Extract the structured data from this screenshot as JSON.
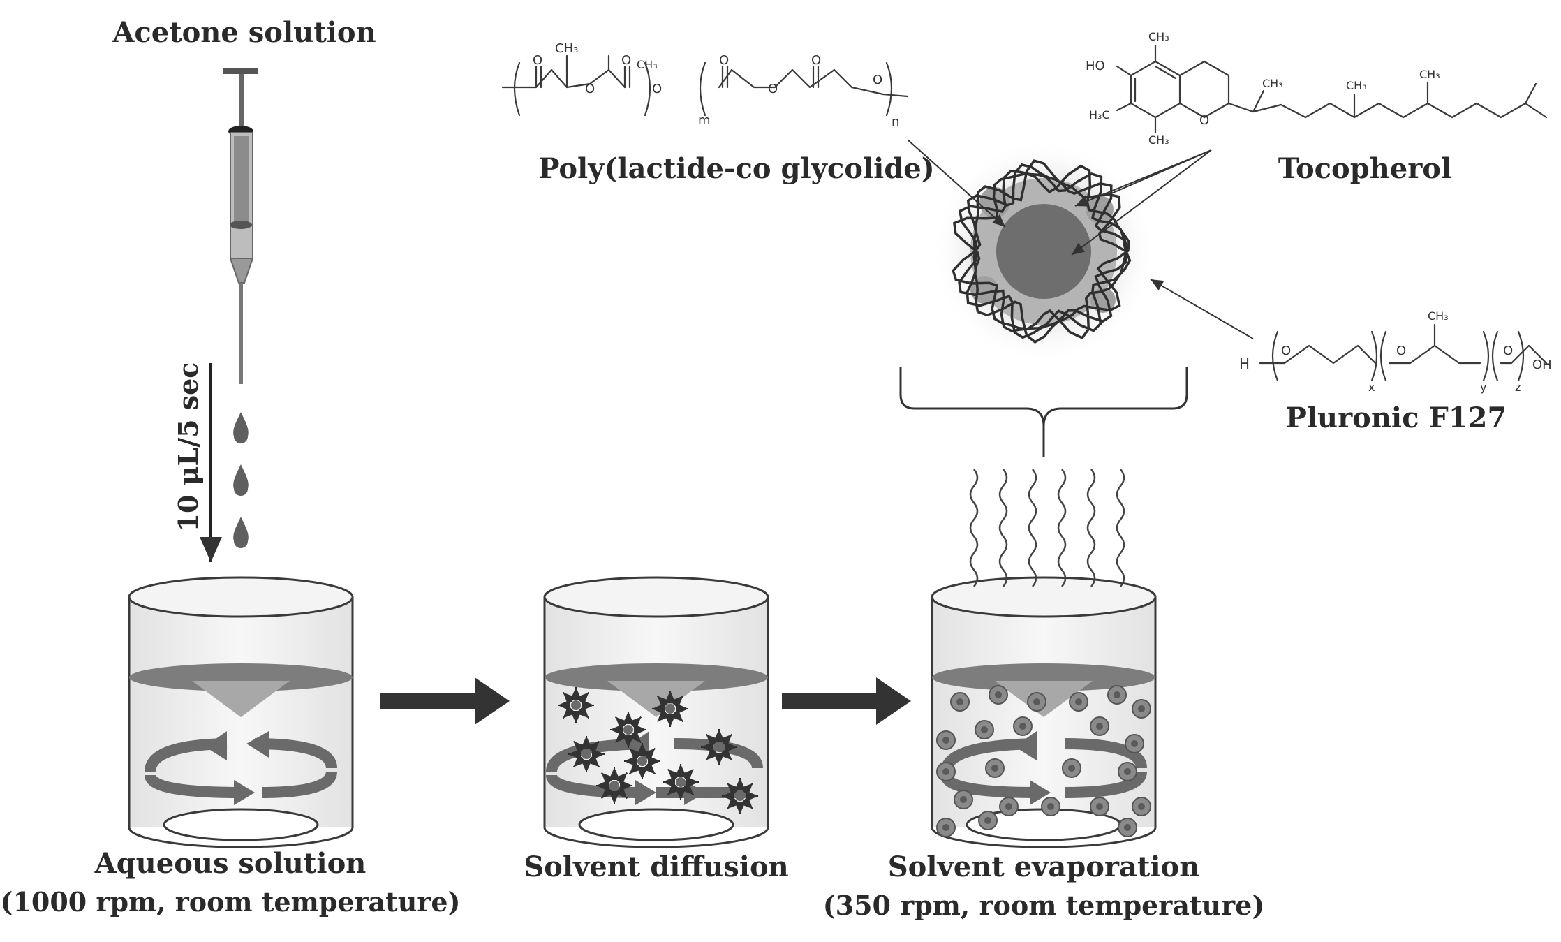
{
  "labels": {
    "acetone": "Acetone solution",
    "flow_rate": "10 μL/5 sec",
    "plga": "Poly(lactide-co glycolide)",
    "tocopherol": "Tocopherol",
    "pluronic": "Pluronic F127",
    "step1_title": "Aqueous solution",
    "step1_sub": "(1000 rpm, room temperature)",
    "step2_title": "Solvent diffusion",
    "step3_title": "Solvent evaporation",
    "step3_sub": "(350 rpm, room temperature)"
  },
  "plga_atoms": {
    "o1": "O",
    "ch3_1": "CH₃",
    "o2": "O",
    "o3": "O",
    "ch3_2": "CH₃",
    "o4": "O",
    "o5": "O",
    "o6": "O",
    "o7": "O",
    "o8": "O",
    "m": "m",
    "n": "n"
  },
  "toco_atoms": {
    "ho": "HO",
    "ch3_top": "CH₃",
    "h3c": "H₃C",
    "ch3_bot": "CH₃",
    "o_ring": "O",
    "ch3_ring": "CH₃",
    "ch3_c1": "CH₃",
    "ch3_c2": "CH₃"
  },
  "pluronic_atoms": {
    "h": "H",
    "o1": "O",
    "x": "x",
    "ch3": "CH₃",
    "o2": "O",
    "y": "y",
    "o3": "O",
    "z": "z",
    "oh": "OH"
  },
  "colors": {
    "glass": "#dcdcdc",
    "liquid": "#7a7a7a",
    "arrow": "#3a3a3a",
    "particle_core": "#6e6e6e",
    "particle_shell": "#b4b4b4"
  },
  "icons": [
    "syringe-icon",
    "droplet-icon",
    "beaker-icon",
    "stir-arrow-icon",
    "process-arrow-icon",
    "nanoparticle-icon",
    "vapor-icon"
  ]
}
